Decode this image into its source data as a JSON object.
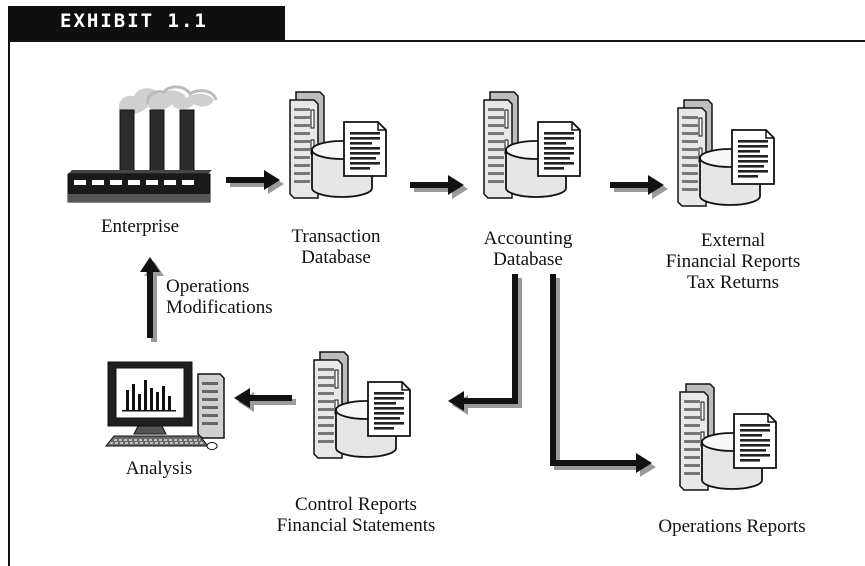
{
  "exhibit": {
    "label": "EXHIBIT 1.1"
  },
  "nodes": {
    "enterprise": {
      "label": "Enterprise",
      "icon": "factory-icon"
    },
    "transaction_db": {
      "line1": "Transaction",
      "line2": "Database",
      "icon": "server-database-document-icon"
    },
    "accounting_db": {
      "line1": "Accounting",
      "line2": "Database",
      "icon": "server-database-document-icon"
    },
    "external_reports": {
      "line1": "External",
      "line2": "Financial Reports",
      "line3": "Tax Returns",
      "icon": "server-database-document-icon"
    },
    "analysis": {
      "label": "Analysis",
      "icon": "computer-workstation-icon"
    },
    "control_reports": {
      "line1": "Control Reports",
      "line2": "Financial Statements",
      "icon": "server-database-document-icon"
    },
    "operations_reports": {
      "label": "Operations Reports",
      "icon": "server-database-document-icon"
    }
  },
  "feedback": {
    "line1": "Operations",
    "line2": "Modifications"
  },
  "colors": {
    "ink": "#111111",
    "shadow": "#9a9a9a",
    "panel_light": "#e6e6e6",
    "panel_mid": "#b9b9b9"
  }
}
